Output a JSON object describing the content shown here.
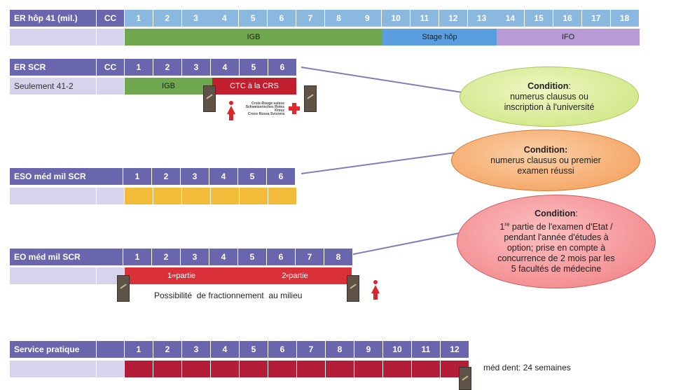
{
  "er_hop": {
    "label": "ER hôp 41 (mil.)",
    "cc": "CC",
    "weeks": [
      "1",
      "2",
      "3",
      "4",
      "5",
      "6",
      "7",
      "8",
      "9",
      "10",
      "11",
      "12",
      "13",
      "14",
      "15",
      "16",
      "17",
      "18"
    ],
    "phase_igb": "IGB",
    "phase_stage": "Stage hôp",
    "phase_ifo": "IFO"
  },
  "er_scr": {
    "label": "ER SCR",
    "cc": "CC",
    "weeks": [
      "1",
      "2",
      "3",
      "4",
      "5",
      "6"
    ],
    "row2_label": "Seulement 41-2",
    "phase_igb": "IGB",
    "phase_ctc": "CTC à la CRS",
    "logo_lines": [
      "Croix-Rouge suisse",
      "Schweizerisches Rotes Kreuz",
      "Croce Rossa Svizzera"
    ]
  },
  "eso": {
    "label": "ESO méd mil SCR",
    "weeks": [
      "1",
      "2",
      "3",
      "4",
      "5",
      "6"
    ]
  },
  "eo": {
    "label": "EO méd mil SCR",
    "weeks": [
      "1",
      "2",
      "3",
      "4",
      "5",
      "6",
      "7",
      "8"
    ],
    "part1": "1",
    "part1_sup": "re",
    "part1_word": "partie",
    "part2": "2",
    "part2_sup": "e",
    "part2_word": "partie",
    "note": "Possibilité  de fractionnement  au milieu"
  },
  "service": {
    "label": "Service pratique",
    "weeks": [
      "1",
      "2",
      "3",
      "4",
      "5",
      "6",
      "7",
      "8",
      "9",
      "10",
      "11",
      "12"
    ],
    "note": "méd dent: 24 semaines"
  },
  "bubbles": {
    "b1": {
      "title": "Condition",
      "colon": ":",
      "line1": "numerus clausus ou",
      "line2": "inscription à l'université"
    },
    "b2": {
      "title": "Condition:",
      "line1": "numerus clausus ou premier",
      "line2": "examen réussi"
    },
    "b3": {
      "title": "Condition",
      "colon": ":",
      "line1_pre": "1",
      "line1_sup": "re",
      "line1": " partie de l'examen d'Etat /",
      "line2": "pendant l'année d'études à",
      "line3": "option; prise en compte à",
      "line4": "concurrence de 2 mois par les",
      "line5": "5 facultés de médecine"
    }
  },
  "colors": {
    "header": "#6a66ad",
    "header_blue": "#8bb8df",
    "lavender": "#d7d3ec",
    "igb_green": "#6fa84e",
    "stage_blue": "#5a9ee0",
    "ifo_purple": "#b79ad6",
    "ctc_red": "#c21f2e",
    "eso_yellow": "#f2bc3a",
    "eo_red": "#d9303a",
    "service_red": "#b31d38",
    "bubble_green": "#d5ec8e",
    "bubble_orange": "#f6a566",
    "bubble_pink": "#f48b8e"
  }
}
